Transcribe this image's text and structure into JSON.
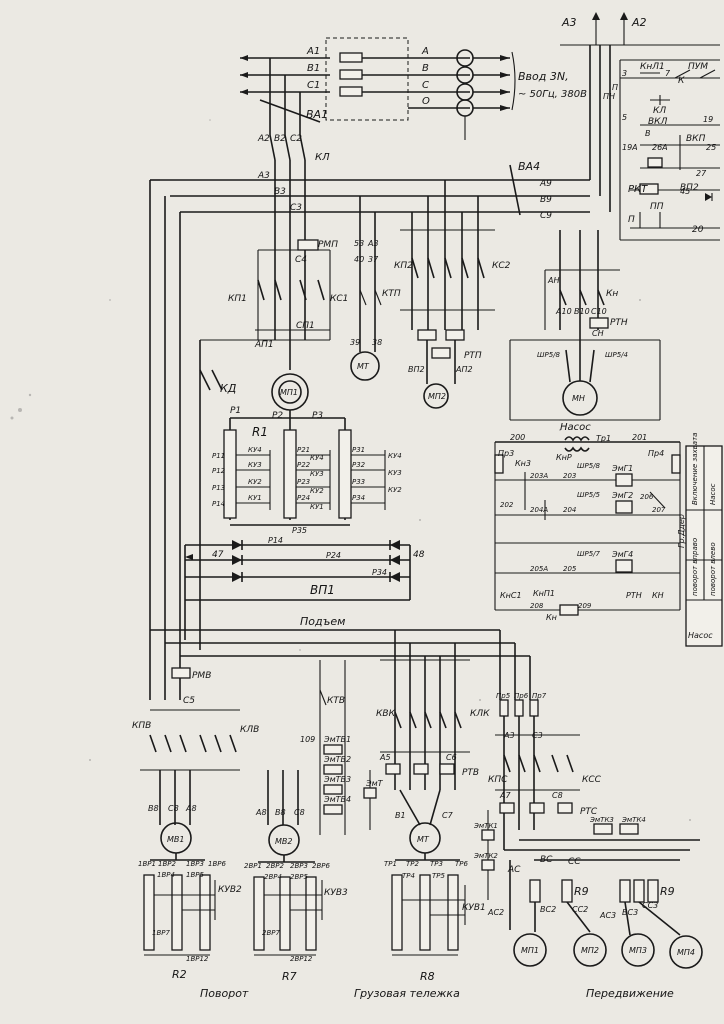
{
  "supply": {
    "header_left": "А3",
    "header_right": "А2",
    "phases_in": [
      "А1",
      "В1",
      "С1"
    ],
    "phases_out": [
      "А",
      "В",
      "С",
      "О"
    ],
    "input_label_1": "Ввод 3N,",
    "input_label_2": "~ 50Гц, 380В",
    "switch_1": "ВА1",
    "switch_4": "ВА4",
    "bus_a2b2c2": [
      "А2",
      "В2",
      "С2"
    ],
    "bus_a3b3c3": [
      "А3",
      "В3",
      "С3"
    ],
    "bus_a9b9c9": [
      "А9",
      "В9",
      "С9"
    ],
    "contactor_kl": "КЛ"
  },
  "control": {
    "knl1": "КнЛ1",
    "pum": "ПУМ",
    "k": "К",
    "kl": "КЛ",
    "pn": "ПН",
    "vkl": "ВКЛ",
    "vkp": "ВКП",
    "rkt": "РКТ",
    "vp2": "ВП2",
    "pp": "ПП",
    "p": "П",
    "nums": [
      "3",
      "5",
      "7",
      "19",
      "19А",
      "25",
      "26А",
      "27",
      "45",
      "20",
      "П",
      "В"
    ]
  },
  "hoist": {
    "rmp": "РМП",
    "kp1": "КП1",
    "ks1": "КС1",
    "cp1": "СП1",
    "ap1": "АП1",
    "c4": "С4",
    "kd": "КД",
    "motor": "МП1",
    "p_labels": [
      "Р1",
      "Р2",
      "Р3"
    ],
    "resistor": "R1",
    "steps_left": [
      "Р11",
      "Р12",
      "Р13",
      "Р14"
    ],
    "steps_mid": [
      "Р21",
      "Р22",
      "Р23",
      "Р24"
    ],
    "steps_right": [
      "Р31",
      "Р32",
      "Р33",
      "Р34"
    ],
    "ku_left": [
      "КУ4",
      "КУ3",
      "КУ2",
      "КУ1"
    ],
    "ku_mid": [
      "КУ4",
      "КУ3",
      "КУ2",
      "КУ1"
    ],
    "ku_right": [
      "КУ4",
      "КУ3",
      "КУ2"
    ],
    "p35": "Р35",
    "p14": "Р14",
    "p24": "Р24",
    "p34": "Р34",
    "n47": "47",
    "n48": "48",
    "rectifier": "ВП1",
    "title": "Подъем"
  },
  "brake": {
    "ktp": "КТП",
    "labels": [
      "53",
      "А3",
      "40",
      "37",
      "39",
      "38"
    ],
    "motor": "МТ",
    "kp2": "КП2",
    "ks2": "КС2",
    "rtp": "РТП",
    "vp2": "ВП2",
    "ap2": "АП2",
    "motor2": "МП2"
  },
  "pump": {
    "labels": [
      "А10",
      "В10",
      "С10"
    ],
    "ah": "АН",
    "ch": "СН",
    "kn": "Кн",
    "rtn": "РТН",
    "shr1": "ШР5/8",
    "shr2": "ШР5/4",
    "motor": "МН",
    "title": "Насос",
    "tr": "Тр1",
    "n200": "200",
    "n201": "201",
    "pr3": "Пр3",
    "pr4": "Пр4",
    "kn3": "Кн3",
    "knp": "КнР",
    "items": [
      "203А",
      "203",
      "204А",
      "204",
      "205А",
      "205",
      "206",
      "207",
      "202",
      "208",
      "209"
    ],
    "em": [
      "ЭмГ1",
      "ЭмГ2",
      "ЭмГ4"
    ],
    "shr": [
      "ШР5/8",
      "ШР5/5",
      "ШР5/7"
    ],
    "kns1": "КнС1",
    "kn1": "КнП1",
    "rtn2": "РТН",
    "kn2": "КН"
  },
  "legend": {
    "rows": [
      "Гр.Ддер",
      "поворот вправо",
      "Насос",
      "Включение захвата",
      "поворот влево"
    ],
    "bottom": "Насос"
  },
  "rotation": {
    "rmv": "РМВ",
    "c5": "С5",
    "kpv": "КПВ",
    "klv": "КЛВ",
    "bus": [
      "В8",
      "С8",
      "А8"
    ],
    "motor": "МВ1",
    "res_left": [
      "1ВР1",
      "1ВР2",
      "1ВР3",
      "1ВР4",
      "1ВР5",
      "1ВР6"
    ],
    "kuv2": "КУВ2",
    "r1": "1ВР7",
    "r2": "1ВР12",
    "resistor": "R2",
    "title": "Поворот"
  },
  "rotation2": {
    "bus": [
      "А8",
      "В8",
      "С8"
    ],
    "motor": "МВ2",
    "res": [
      "2ВР1",
      "2ВР2",
      "2ВР3",
      "2ВР4",
      "2ВР5",
      "2ВР6"
    ],
    "kuv3": "КУВ3",
    "r1": "2ВР7",
    "r2": "2ВР12",
    "resistor": "R7"
  },
  "brakes_v": {
    "ktv": "КТВ",
    "n109": "109",
    "em": [
      "ЭмТВ1",
      "ЭмТВ2",
      "ЭмТВ3",
      "ЭмТВ4"
    ]
  },
  "trolley": {
    "kbk": "КВК",
    "klk": "КЛК",
    "rtv": "РТВ",
    "a5": "А5",
    "c6": "С6",
    "emt": "ЭмТ",
    "motor": "МТ",
    "b1": "В1",
    "c7": "С7",
    "res": [
      "ТР1",
      "ТР2",
      "ТР3",
      "ТР4",
      "ТР5",
      "ТР6"
    ],
    "kuv1": "КУВ1",
    "resistor": "R8",
    "title": "Грузовая тележка"
  },
  "travel": {
    "pr": [
      "Пр5",
      "Пр6",
      "Пр7"
    ],
    "a3": "А3",
    "c3": "С3",
    "kpc": "КПС",
    "kcc": "КСС",
    "a7": "А7",
    "c8": "С8",
    "rtc": "РТС",
    "emtk": [
      "ЭмТК1",
      "ЭмТК2",
      "ЭмТК3",
      "ЭмТК4"
    ],
    "ac": "АС",
    "bc": "ВС",
    "cc": "СС",
    "r9": "R9",
    "r9b": "R9",
    "labels": [
      "АС2",
      "ВС2",
      "СС2",
      "АС3",
      "ВС3",
      "СС3"
    ],
    "motors": [
      "МП1",
      "МП2",
      "МП3",
      "МП4"
    ],
    "title": "Передвижение"
  }
}
